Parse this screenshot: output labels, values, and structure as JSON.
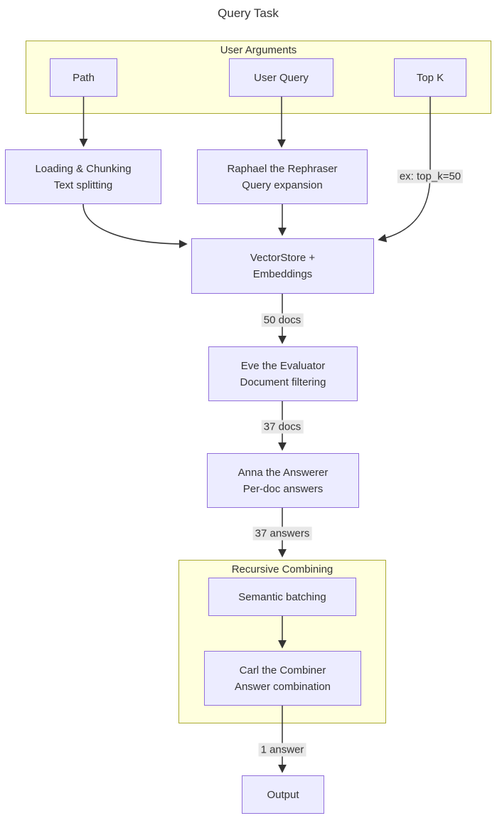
{
  "title": "Query Task",
  "colors": {
    "node_fill": "#ECECFF",
    "node_border": "#9370DB",
    "cluster_fill": "#FFFFDE",
    "cluster_border": "#AAAA33",
    "edge": "#333333",
    "label_bg": "#E8E8E8",
    "text": "#333333",
    "background": "#FFFFFF"
  },
  "clusters": [
    {
      "label": "User Arguments"
    },
    {
      "label": "Recursive Combining"
    }
  ],
  "nodes": {
    "path": {
      "lines": [
        "Path"
      ]
    },
    "user_query": {
      "lines": [
        "User Query"
      ]
    },
    "top_k": {
      "lines": [
        "Top K"
      ]
    },
    "loading": {
      "lines": [
        "Loading & Chunking",
        "Text splitting"
      ]
    },
    "rephraser": {
      "lines": [
        "Raphael the Rephraser",
        "Query expansion"
      ]
    },
    "vectorstore": {
      "lines": [
        "VectorStore +",
        "Embeddings"
      ]
    },
    "evaluator": {
      "lines": [
        "Eve the Evaluator",
        "Document filtering"
      ]
    },
    "answerer": {
      "lines": [
        "Anna the Answerer",
        "Per-doc answers"
      ]
    },
    "batching": {
      "lines": [
        "Semantic batching"
      ]
    },
    "combiner": {
      "lines": [
        "Carl the Combiner",
        "Answer combination"
      ]
    },
    "output": {
      "lines": [
        "Output"
      ]
    }
  },
  "edge_labels": {
    "top_k_example": "ex: top_k=50",
    "after_vectorstore": "50 docs",
    "after_evaluator": "37 docs",
    "after_answerer": "37 answers",
    "after_combiner": "1 answer"
  }
}
